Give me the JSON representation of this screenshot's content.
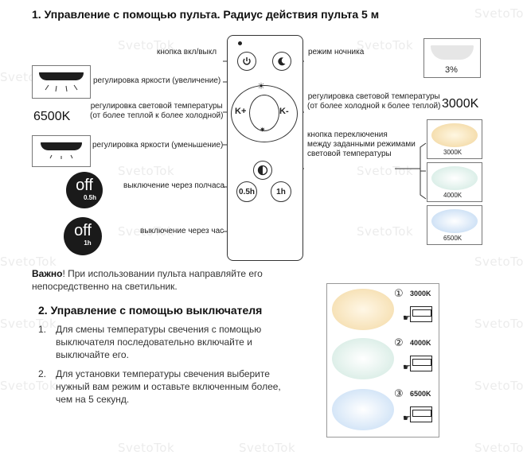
{
  "watermark": "SvetoTok",
  "section1": {
    "title": "1.  Управление с помощью пульта. Радиус действия пульта 5 м"
  },
  "remote": {
    "k_plus": "K+",
    "k_minus": "K-",
    "btn_half": "0.5h",
    "btn_hour": "1h"
  },
  "labels": {
    "power": "кнопка вкл/выкл",
    "night": "режим ночника",
    "bright_up": "регулировка яркости (увеличение)",
    "temp_left_1": "регулировка световой температуры",
    "temp_left_2": "(от более теплой к более холодной)",
    "temp_right_1": "регулировка световой температуры",
    "temp_right_2": "(от более холодной к более теплой)",
    "bright_down": "регулировка яркости (уменьшение)",
    "switch_1": "кнопка переключения",
    "switch_2": "между заданными режимами",
    "switch_3": "световой температуры",
    "off_half": "выключение через полчаса",
    "off_hour": "выключение через час"
  },
  "kelvin": {
    "left": "6500K",
    "right": "3000K"
  },
  "night_pct": "3%",
  "modes": [
    "3000K",
    "4000K",
    "6500K"
  ],
  "off_badges": [
    {
      "word": "off",
      "sub": "0.5h"
    },
    {
      "word": "off",
      "sub": "1h"
    }
  ],
  "note": {
    "bold": "Важно",
    "rest_1": "! При использовании пульта направляйте его",
    "rest_2": "непосредственно на светильник."
  },
  "section2": {
    "title": "2.  Управление с помощью выключателя",
    "items": [
      {
        "num": "1.",
        "lines": [
          "Для смены температуры свечения с помощью",
          "выключателя последовательно включайте и",
          "выключайте его."
        ]
      },
      {
        "num": "2.",
        "lines": [
          "Для установки температуры свечения выберите",
          "нужный вам режим и оставьте включенным более,",
          "чем на 5 секунд."
        ]
      }
    ]
  },
  "panel_steps": [
    {
      "num": "①",
      "label": "3000K"
    },
    {
      "num": "②",
      "label": "4000K"
    },
    {
      "num": "③",
      "label": "6500K"
    }
  ],
  "colors": {
    "warm": "#f4dfae",
    "neutral": "#d7ece6",
    "cool": "#cfe0f3"
  }
}
